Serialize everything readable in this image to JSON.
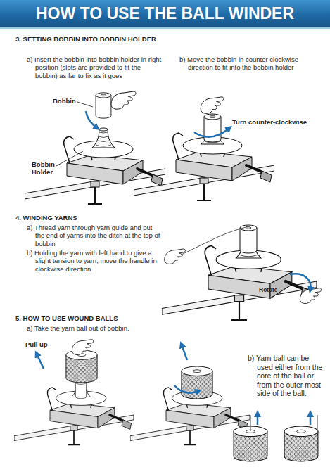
{
  "diagram": {
    "title": "HOW TO USE THE BALL WINDER",
    "labels": [
      "3. SETTING BOBBIN INTO BOBBIN HOLDER",
      "a) Insert the bobbin into bobbin holder in right position (slots are provided to fit the bobbin) as far to fix as it goes",
      "b) Move the bobbin in counter clockwise direction to fit into the bobbin holder",
      "Bobbin",
      "Bobbin Holder",
      "Turn counter-clockwise",
      "4. WINDING YARNS",
      "a) Thread yarn through yarn guide and put the end of yarns into the ditch at the top of bobbin",
      "b) Holding the yarn with left hand to give a slight tension to yarn; move the handle in clockwise direction",
      "Rotate",
      "5. HOW TO USE WOUND BALLS",
      "a) Take the yarn ball out of bobbin.",
      "Pull up",
      "b) Yarn ball can be used either from the core of the ball or from the outer most side of the ball."
    ]
  }
}
